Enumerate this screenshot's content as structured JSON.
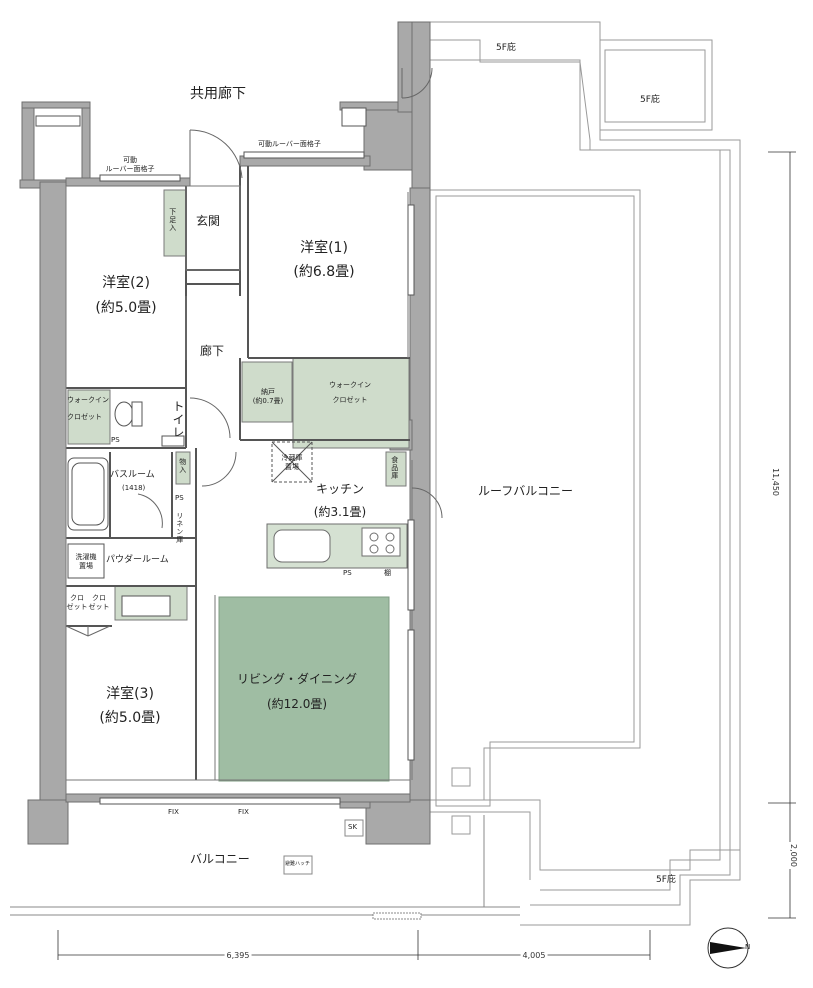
{
  "labels": {
    "common_corridor": "共用廊下",
    "louver_left": "可動\nルーバー面格子",
    "louver_right": "可動ルーバー面格子",
    "entrance": "玄関",
    "shoe_cabinet": "下足入",
    "room1_name": "洋室(1)",
    "room1_size": "(約6.8畳)",
    "room2_name": "洋室(2)",
    "room2_size": "(約5.0畳)",
    "room3_name": "洋室(3)",
    "room3_size": "(約5.0畳)",
    "hallway": "廊下",
    "walkin_left": "ウォークイン\nクロゼット",
    "walkin_right": "ウォークイン\nクロゼット",
    "storage": "納戸\n(約0.7畳)",
    "toilet": "トイレ",
    "ps": "PS",
    "bathroom": "バスルーム",
    "bath_size": "(1418)",
    "storage_small": "物入",
    "linen": "リネン庫",
    "washer": "洗濯機\n置場",
    "powder_room": "パウダールーム",
    "closet": "クロ\nゼット",
    "fridge": "冷蔵庫\n置場",
    "pantry": "食品庫",
    "kitchen_name": "キッチン",
    "kitchen_size": "(約3.1畳)",
    "shelf": "棚",
    "living_name": "リビング・ダイニング",
    "living_size": "(約12.0畳)",
    "fix": "FIX",
    "sk": "SK",
    "balcony": "バルコニー",
    "hatch": "避難ハッチ",
    "roof_balcony": "ルーフバルコニー",
    "roof_5f": "5F庇"
  },
  "dimensions": {
    "width_left": "6,395",
    "width_right": "4,005",
    "height_top": "11,450",
    "height_bottom": "2,000"
  },
  "compass": {
    "label": "N"
  },
  "colors": {
    "wall": "#a9a9a9",
    "wall_dark": "#7c7c7c",
    "line": "#555555",
    "living_fill": "#9fbda3",
    "closet_fill": "#cfdccb",
    "kitchen_fill": "#d5e1d2",
    "background": "#ffffff"
  }
}
